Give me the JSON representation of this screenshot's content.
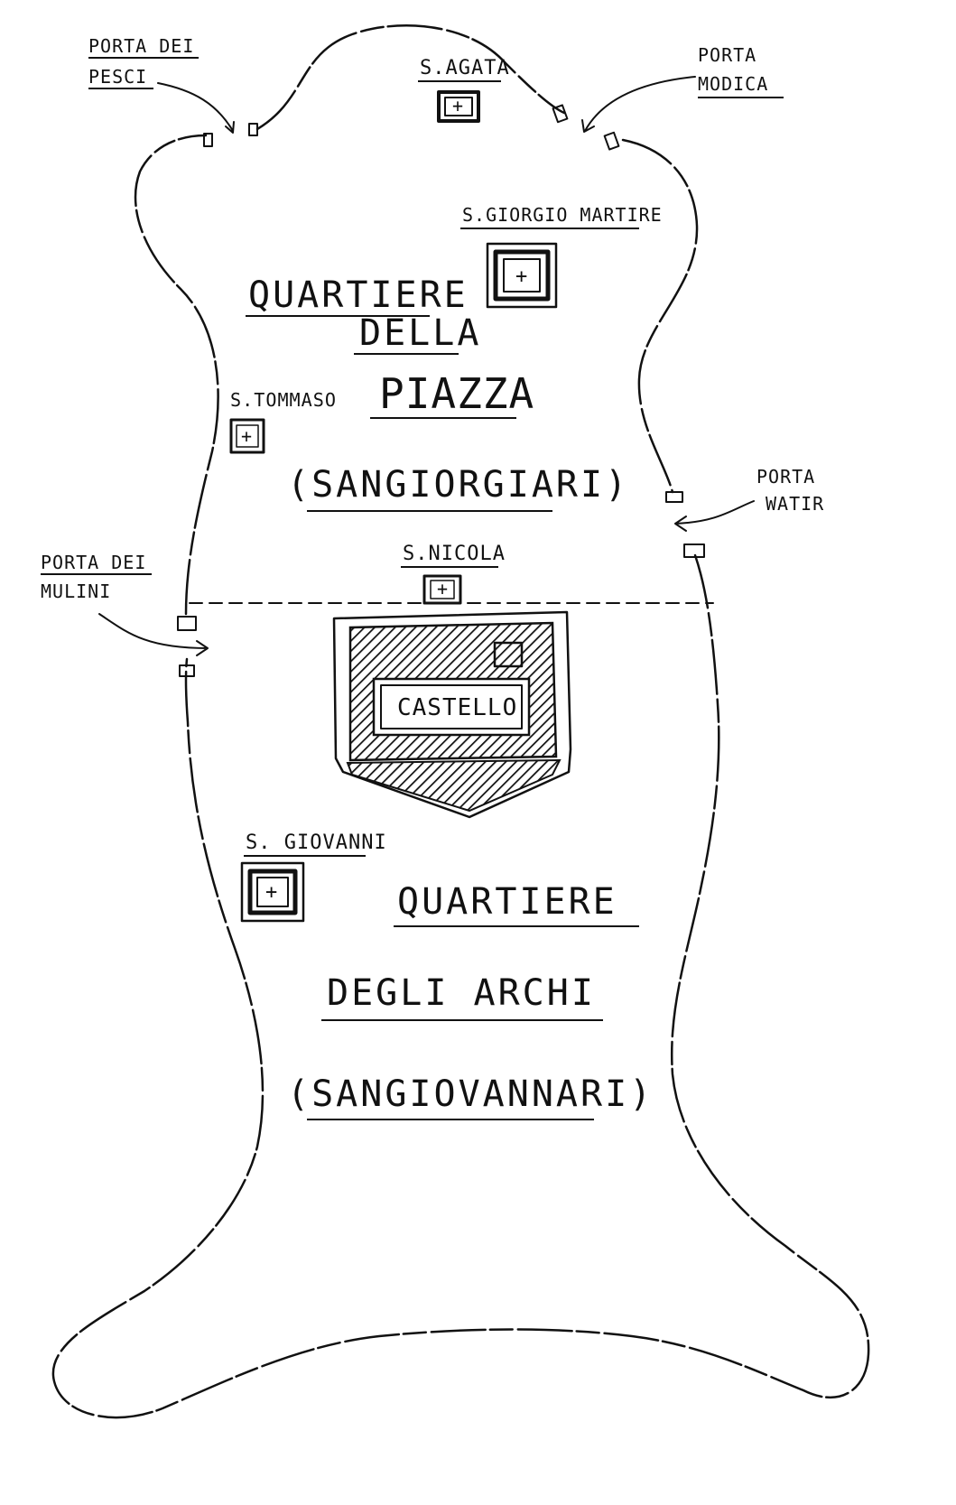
{
  "gates": {
    "pesci": {
      "line1": "PORTA DEI",
      "line2": "PESCI"
    },
    "modica": {
      "line1": "PORTA",
      "line2": "MODICA"
    },
    "watir": {
      "line1": "PORTA",
      "line2": "WATIR"
    },
    "mulini": {
      "line1": "PORTA DEI",
      "line2": "MULINI"
    }
  },
  "churches": {
    "agata": "S.AGATA",
    "giorgio": "S.GIORGIO MARTIRE",
    "tommaso": "S.TOMMASO",
    "nicola": "S.NICOLA",
    "giovanni": "S. GIOVANNI"
  },
  "castle": {
    "label": "CASTELLO"
  },
  "quarters": {
    "piazza": {
      "line1": "QUARTIERE",
      "line2": "DELLA",
      "line3": "PIAZZA",
      "line4": "(SANGIORGIARI)"
    },
    "archi": {
      "line1": "QUARTIERE",
      "line2": "DEGLI ARCHI",
      "line3": "(SANGIOVANNARI)"
    }
  },
  "symbols": {
    "cross": "+"
  },
  "colors": {
    "ink": "#111111",
    "paper": "#ffffff"
  }
}
